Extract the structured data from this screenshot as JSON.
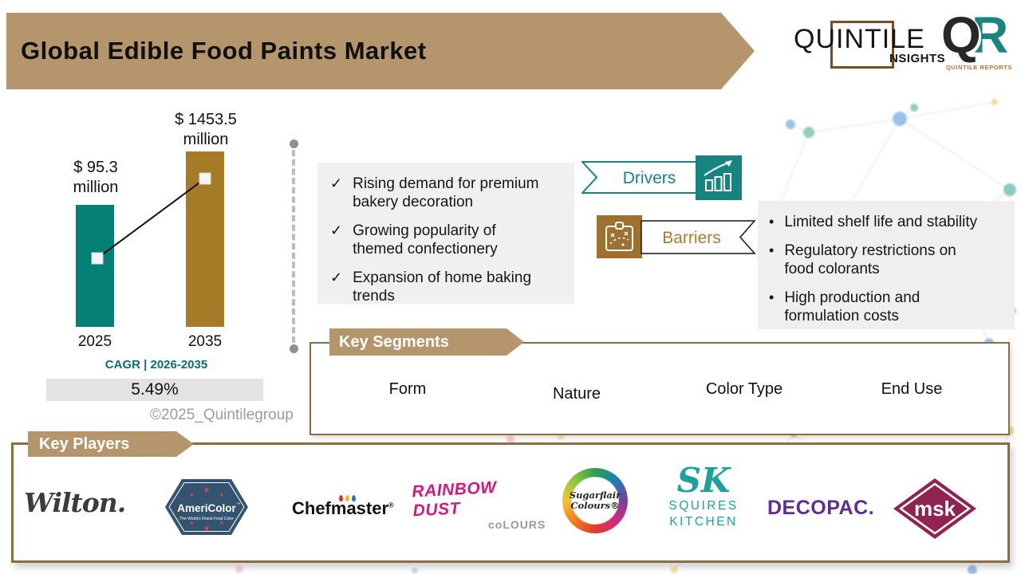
{
  "header": {
    "title": "Global Edible Food Paints Market",
    "logos": {
      "quintile_insights": {
        "word": "QUINTILE",
        "sub": "NSIGHTS"
      },
      "quintile_reports": {
        "q": "Q",
        "r": "R",
        "caption": "QUINTILE REPORTS"
      }
    }
  },
  "chart_data": {
    "type": "bar",
    "categories": [
      "2025",
      "2035"
    ],
    "values": [
      95.3,
      1453.5
    ],
    "unit": "USD million",
    "value_labels": [
      {
        "lines": [
          "$ 95.3",
          "million"
        ]
      },
      {
        "lines": [
          "$ 1453.5",
          "million"
        ]
      }
    ],
    "bar_colors": [
      "#048076",
      "#A57B28"
    ],
    "trend_line": true,
    "cagr_label": "CAGR | 2026-2035",
    "cagr_value": "5.49%"
  },
  "watermark": "©2025_Quintilegroup",
  "drivers": {
    "label": "Drivers",
    "check_glyph": "✓",
    "items": [
      {
        "lines": [
          "Rising demand for premium",
          "bakery decoration"
        ]
      },
      {
        "lines": [
          "Growing popularity of",
          "themed confectionery"
        ]
      },
      {
        "lines": [
          "Expansion of home baking",
          "trends"
        ]
      }
    ]
  },
  "barriers": {
    "label": "Barriers",
    "bullet_glyph": "•",
    "items": [
      {
        "lines": [
          "Limited shelf life and stability"
        ]
      },
      {
        "lines": [
          "Regulatory restrictions on",
          "food colorants"
        ]
      },
      {
        "lines": [
          "High production and",
          "formulation costs"
        ]
      }
    ]
  },
  "segments": {
    "banner": "Key Segments",
    "items": [
      "Form",
      "Nature",
      "Color Type",
      "End Use"
    ]
  },
  "players": {
    "banner": "Key Players",
    "items": [
      {
        "name": "Wilton",
        "text": "Wilton."
      },
      {
        "name": "AmeriColor",
        "text": "AmeriColor",
        "tm": "™",
        "tagline": "- The World's Finest Food Color -",
        "star": "★"
      },
      {
        "name": "Chefmaster",
        "text": "Chefmaster",
        "reg": "®"
      },
      {
        "name": "Rainbow Dust Colours",
        "line1": "RAINBOW DUST",
        "line2": "coLOURS"
      },
      {
        "name": "Sugarflair Colours",
        "line1": "Sugarflair",
        "line2": "Colours®"
      },
      {
        "name": "Squires Kitchen",
        "monogram": "SK",
        "line1": "SQUIRES",
        "line2": "KITCHEN"
      },
      {
        "name": "DecoPac",
        "text": "DECOPAC."
      },
      {
        "name": "MSK",
        "text": "msk"
      }
    ]
  },
  "colors": {
    "banner_tan": "#B5966C",
    "teal": "#17857F",
    "bar_teal": "#048076",
    "bar_brown": "#A57B28",
    "barriers_icon_brown": "#9E722E",
    "barriers_text_brown": "#A87C30",
    "box_border_brown": "#8E6C3C",
    "panel_gray": "#F0F0F0",
    "cagr_box_gray": "#E3E3E3",
    "cagr_text_teal": "#0A6E75"
  }
}
